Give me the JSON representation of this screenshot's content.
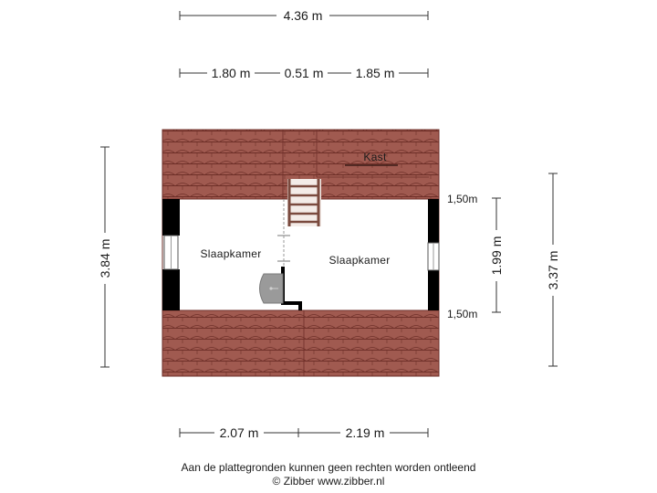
{
  "dimensions": {
    "top_total": "4.36 m",
    "top_left": "1.80 m",
    "top_middle": "0.51 m",
    "top_right": "1.85 m",
    "left_total": "3.84 m",
    "right_total": "3.37 m",
    "right_inner": "1.99 m",
    "right_upper_height": "1,50m",
    "right_lower_height": "1,50m",
    "bottom_left": "2.07 m",
    "bottom_right": "2.19 m"
  },
  "rooms": {
    "left_bedroom": "Slaapkamer",
    "right_bedroom": "Slaapkamer",
    "closet": "Kast"
  },
  "colors": {
    "roof_tile": "#a05a50",
    "roof_line": "#6e2f28",
    "wall": "#000000",
    "stair": "#7a4a3e"
  },
  "footer": {
    "disclaimer": "Aan de plattegronden kunnen geen rechten worden ontleend",
    "copyright": "© Zibber www.zibber.nl"
  }
}
